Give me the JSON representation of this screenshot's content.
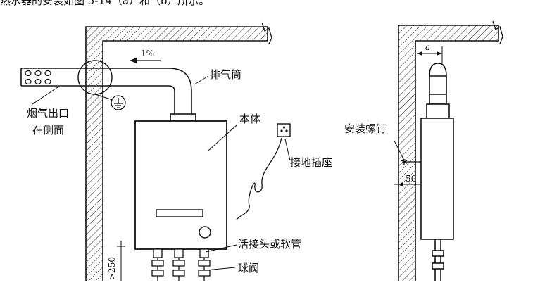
{
  "header": {
    "text": "热水器的安装如图 5-14（a）和（b）所示。"
  },
  "labels": {
    "slope": "1%",
    "exhaust_pipe": "排气筒",
    "flue_outlet_line1": "烟气出口",
    "flue_outlet_line2": "在侧面",
    "body": "本体",
    "grounded_socket": "接地插座",
    "union_or_hose": "活接头或软管",
    "ball_valve": "球阀",
    "height_dim": ">250",
    "mount_screw": "安装螺钉",
    "gap_a": "a",
    "dim_50": "50"
  },
  "colors": {
    "line": "#111111",
    "hatch": "#222222",
    "background": "#ffffff"
  }
}
